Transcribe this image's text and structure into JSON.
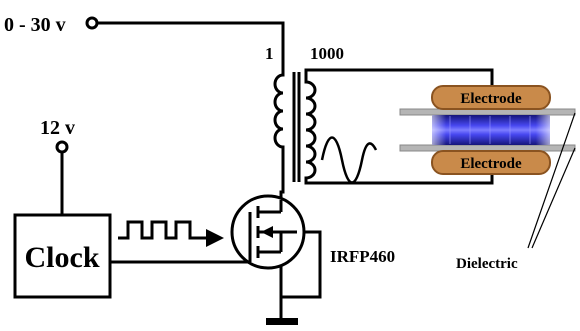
{
  "labels": {
    "supply_voltage": "0 - 30 v",
    "logic_voltage": "12 v",
    "primary_turns": "1",
    "secondary_turns": "1000",
    "clock": "Clock",
    "mosfet": "IRFP460",
    "electrode_top": "Electrode",
    "electrode_bottom": "Electrode",
    "dielectric": "Dielectric"
  },
  "colors": {
    "wire": "#000000",
    "electrode_fill": "#c98a4a",
    "electrode_stroke": "#8a5320",
    "plate": "#b5b5b5",
    "plasma_core": "#5b5bff",
    "plasma_edge": "#11116a"
  },
  "icons": [
    "terminal-icon",
    "transformer-icon",
    "sine-wave-icon",
    "square-wave-icon",
    "arrow-icon",
    "mosfet-icon",
    "ground-icon"
  ]
}
